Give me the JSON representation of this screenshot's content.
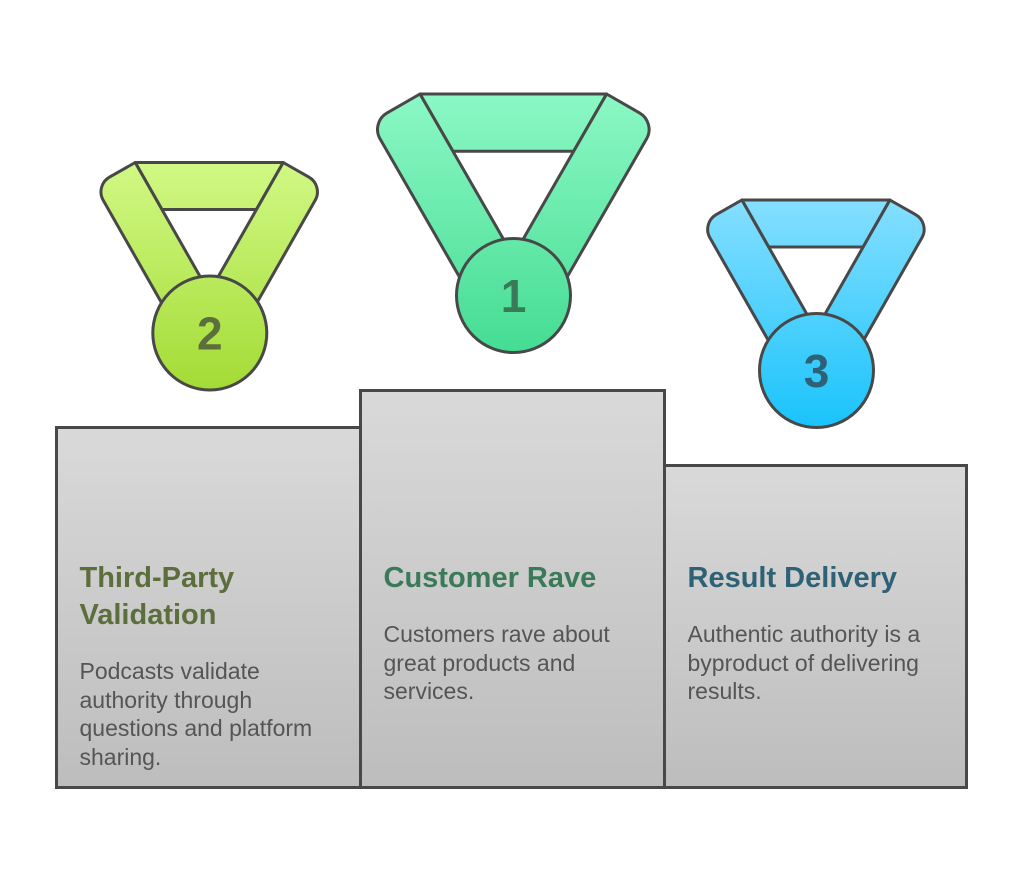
{
  "podium": [
    {
      "rank": 2,
      "icon": "medal-icon",
      "title": "Third-Party Validation",
      "description": "Podcasts validate authority through questions and platform sharing.",
      "accent_color": "#5b6e3b",
      "medal_color_light": "#d1f985",
      "medal_color_dark": "#a3db35"
    },
    {
      "rank": 1,
      "icon": "medal-icon",
      "title": "Customer Rave",
      "description": "Customers rave about great products and services.",
      "accent_color": "#3a7a58",
      "medal_color_light": "#8cf8c5",
      "medal_color_dark": "#44dc92"
    },
    {
      "rank": 3,
      "icon": "medal-icon",
      "title": "Result Delivery",
      "description": "Authentic authority is a byproduct of delivering results.",
      "accent_color": "#2e6175",
      "medal_color_light": "#86dfff",
      "medal_color_dark": "#19c3fb"
    }
  ],
  "theme": {
    "background": "#ffffff",
    "outline_color": "#484848",
    "step_fill_top": "#d9d9d9",
    "step_fill_bottom": "#bdbdbd",
    "description_color": "#555555"
  }
}
